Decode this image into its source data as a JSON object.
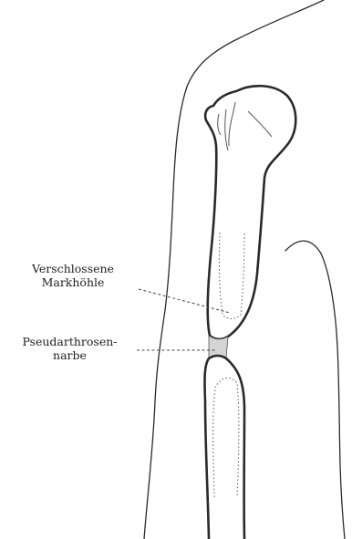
{
  "labels": {
    "markhoehle": {
      "line1": "Verschlossene",
      "line2": "Markhöhle"
    },
    "pseudarthrose": {
      "line1": "Pseudarthrosen-",
      "line2": "narbe"
    }
  },
  "colors": {
    "line": "#2a2a2a",
    "scar_fill": "#d4d4d4",
    "background": "#ffffff"
  }
}
